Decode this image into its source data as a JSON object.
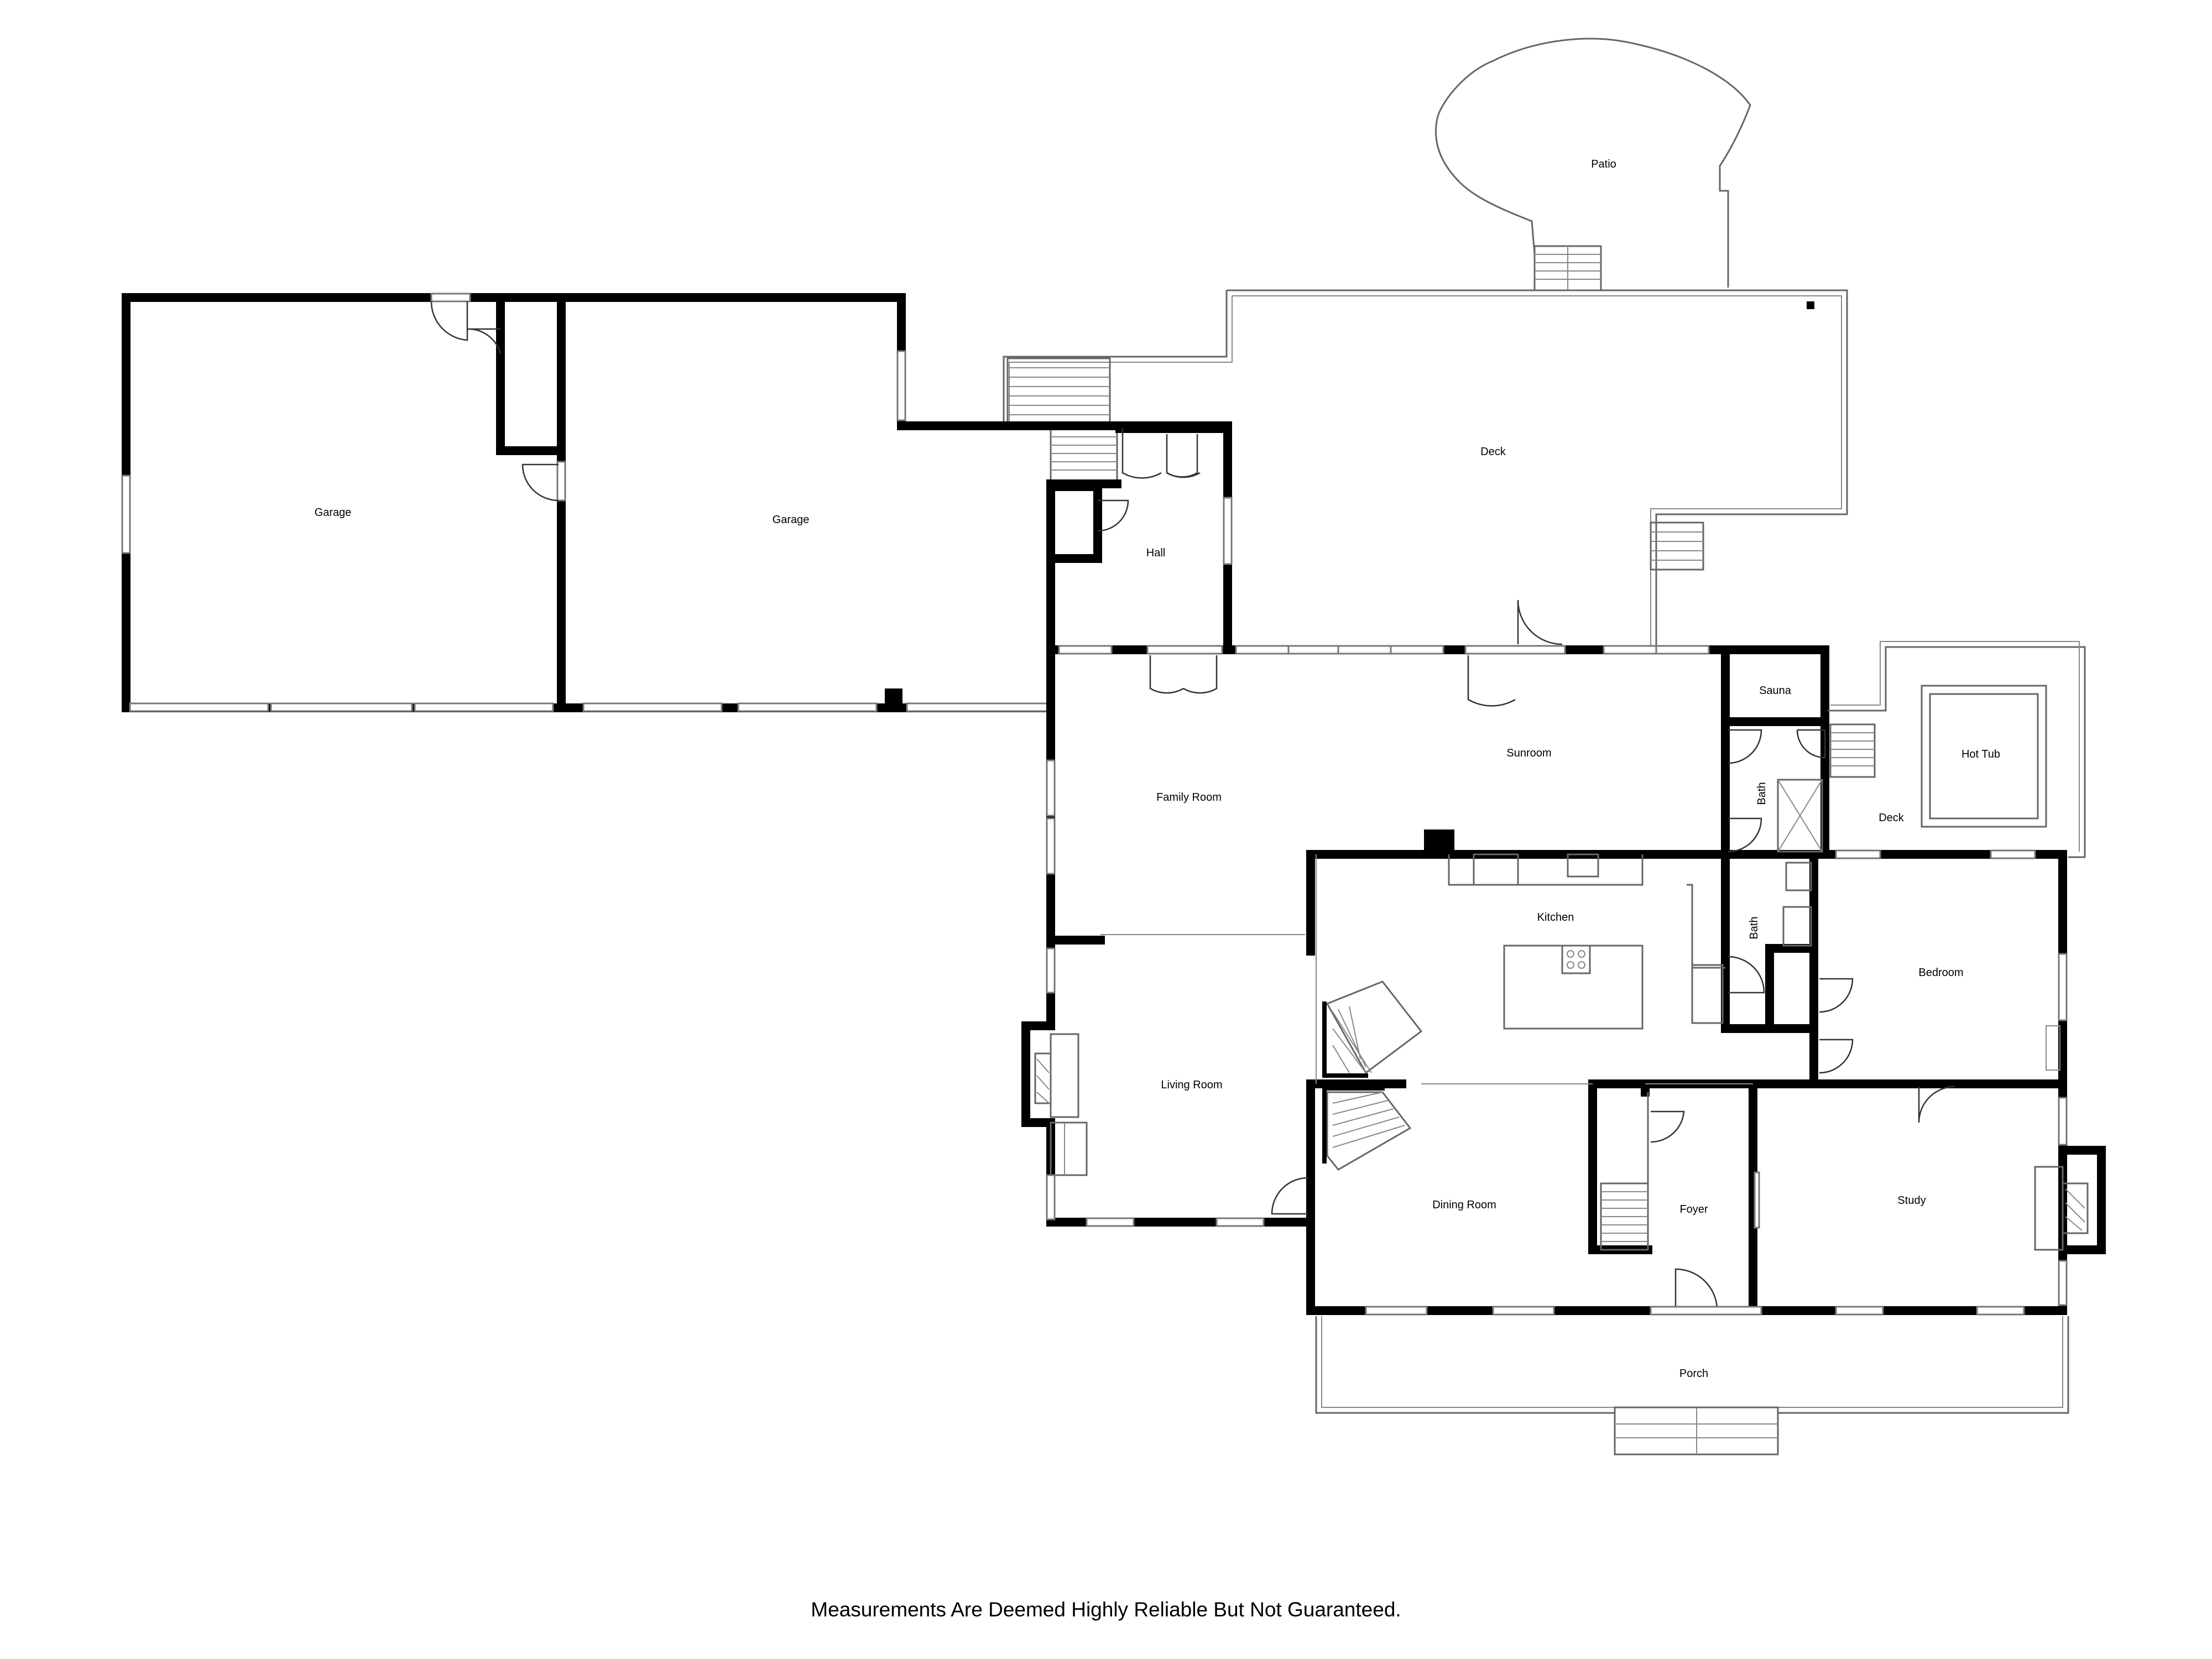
{
  "rooms": {
    "patio": "Patio",
    "deck_main": "Deck",
    "garage_left": "Garage",
    "garage_right": "Garage",
    "hall": "Hall",
    "family_room": "Family Room",
    "sunroom": "Sunroom",
    "sauna": "Sauna",
    "hot_tub": "Hot Tub",
    "bath_upper": "Bath",
    "deck_side": "Deck",
    "kitchen": "Kitchen",
    "bath_lower": "Bath",
    "bedroom": "Bedroom",
    "living_room": "Living Room",
    "dining_room": "Dining Room",
    "foyer": "Foyer",
    "study": "Study",
    "porch": "Porch"
  },
  "footer_note": "Measurements Are Deemed Highly Reliable But Not Guaranteed."
}
